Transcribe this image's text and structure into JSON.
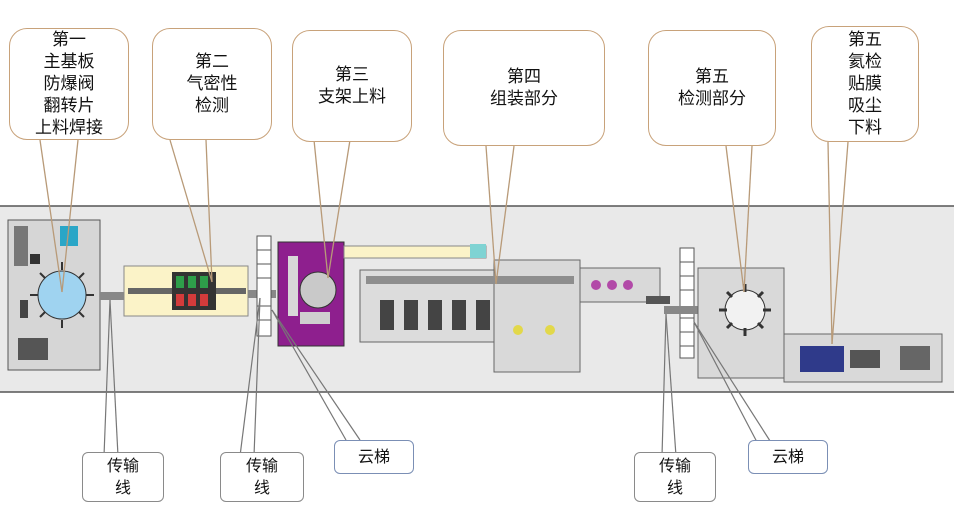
{
  "callouts": [
    {
      "id": "s1",
      "lines": [
        "第一",
        "主基板",
        "防爆阀",
        "翻转片",
        "上料焊接"
      ]
    },
    {
      "id": "s2",
      "lines": [
        "第二",
        "气密性",
        "检测"
      ]
    },
    {
      "id": "s3",
      "lines": [
        "第三",
        "支架上料"
      ]
    },
    {
      "id": "s4",
      "lines": [
        "第四",
        "组装部分"
      ]
    },
    {
      "id": "s5",
      "lines": [
        "第五",
        "检测部分"
      ]
    },
    {
      "id": "s6",
      "lines": [
        "第五",
        "氦检",
        "贴膜",
        "吸尘",
        "下料"
      ]
    }
  ],
  "notes": [
    {
      "id": "conv1",
      "lines": [
        "传输",
        "线"
      ]
    },
    {
      "id": "conv2",
      "lines": [
        "传输",
        "线"
      ]
    },
    {
      "id": "lift1",
      "lines": [
        "云梯"
      ]
    },
    {
      "id": "conv3",
      "lines": [
        "传输",
        "线"
      ]
    },
    {
      "id": "lift2",
      "lines": [
        "云梯"
      ]
    }
  ],
  "colors": {
    "callout_border": "#c8a27a",
    "floor": "#e9e9e9",
    "station_fill": "#fbf3c8",
    "support_station": "#8e1f8e",
    "machine_gray": "#d9d9d9",
    "turntable": "#9fd3f0",
    "arrow": "#b89a78"
  }
}
